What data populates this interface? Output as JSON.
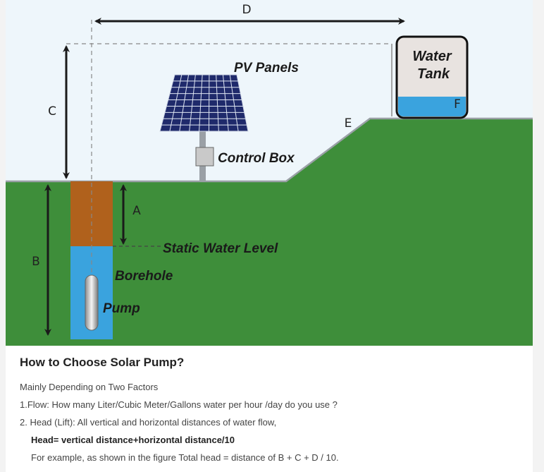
{
  "diagram": {
    "labels": {
      "D": "D",
      "C": "C",
      "B": "B",
      "A": "A",
      "E": "E",
      "F": "F",
      "pv_panels": "PV Panels",
      "control_box": "Control Box",
      "water_tank_line1": "Water",
      "water_tank_line2": "Tank",
      "static_water_level": "Static Water Level",
      "borehole": "Borehole",
      "pump": "Pump"
    },
    "colors": {
      "sky": "#eef6fb",
      "ground": "#3e8e3a",
      "soil": "#b0611c",
      "water": "#3aa3de",
      "panel": "#1f2a6b",
      "tank_body": "#e8e3e0",
      "arrow": "#1a1a1a"
    }
  },
  "article": {
    "heading": "How to Choose Solar Pump?",
    "line1": "Mainly Depending on Two Factors",
    "line2": "1.Flow: How many Liter/Cubic Meter/Gallons water per hour /day do you use ?",
    "line3": "2. Head (Lift): All vertical and horizontal distances of water flow,",
    "line4": "Head= vertical distance+horizontal distance/10",
    "line5": "For example, as shown in the figure Total head = distance of B + C + D / 10."
  }
}
